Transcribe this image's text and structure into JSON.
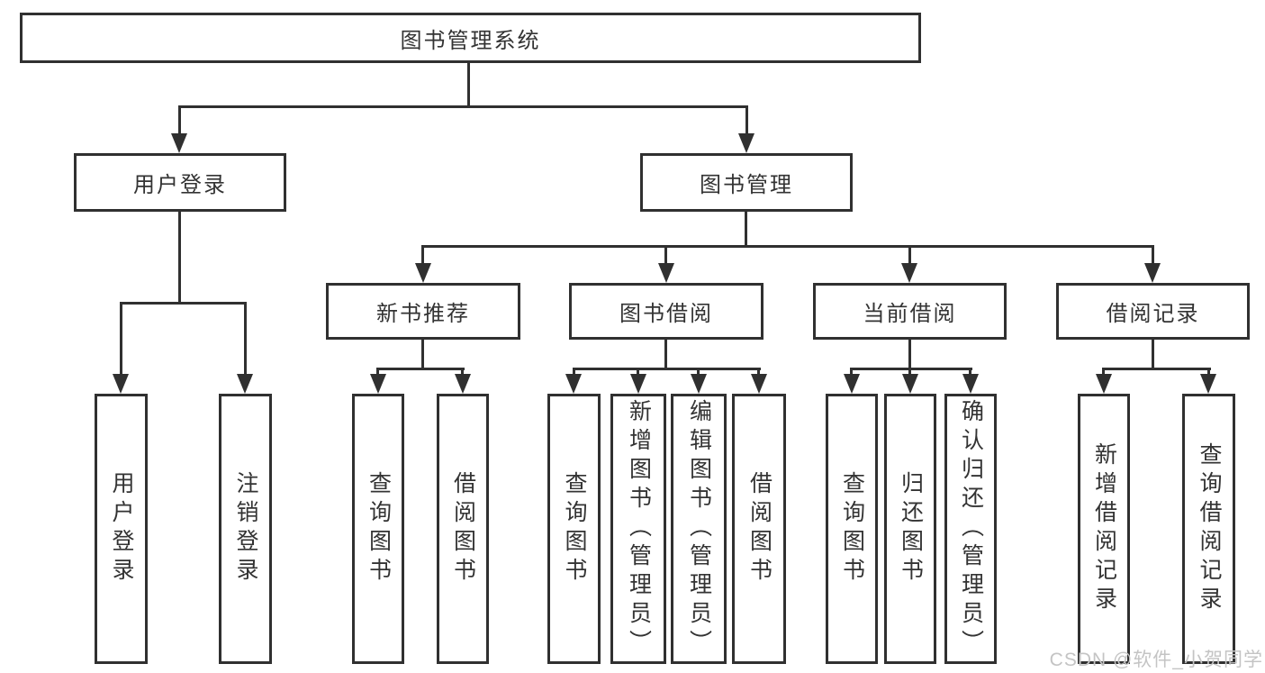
{
  "diagram_title": "图书管理系统",
  "tree": {
    "label": "图书管理系统",
    "children": [
      {
        "label": "用户登录",
        "children": [
          {
            "label": "用户登录"
          },
          {
            "label": "注销登录"
          }
        ]
      },
      {
        "label": "图书管理",
        "children": [
          {
            "label": "新书推荐",
            "children": [
              {
                "label": "查询图书"
              },
              {
                "label": "借阅图书"
              }
            ]
          },
          {
            "label": "图书借阅",
            "children": [
              {
                "label": "查询图书"
              },
              {
                "label": "新增图书（管理员）"
              },
              {
                "label": "编辑图书（管理员）"
              },
              {
                "label": "借阅图书"
              }
            ]
          },
          {
            "label": "当前借阅",
            "children": [
              {
                "label": "查询图书"
              },
              {
                "label": "归还图书"
              },
              {
                "label": "确认归还（管理员）"
              }
            ]
          },
          {
            "label": "借阅记录",
            "children": [
              {
                "label": "新增借阅记录"
              },
              {
                "label": "查询借阅记录"
              }
            ]
          }
        ]
      }
    ]
  },
  "watermark": {
    "text": "CSDN @软件_小贺同学"
  },
  "colors": {
    "line": "#303030",
    "text": "#333333",
    "background": "#ffffff",
    "watermark": "#c4c4c4"
  }
}
